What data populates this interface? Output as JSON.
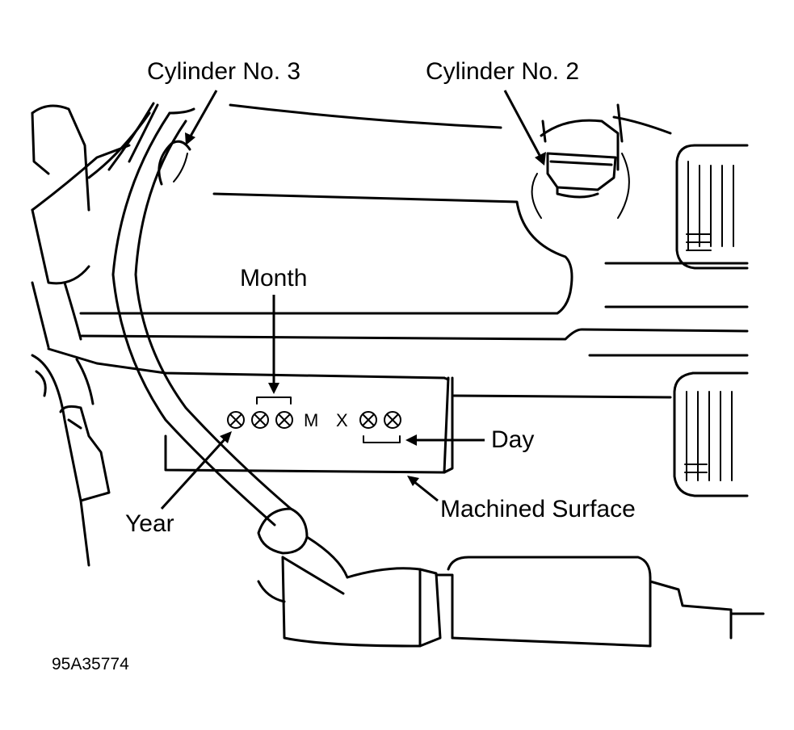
{
  "labels": {
    "cylinder3": "Cylinder No. 3",
    "cylinder2": "Cylinder No. 2",
    "month": "Month",
    "day": "Day",
    "year": "Year",
    "machined_surface": "Machined Surface"
  },
  "stamp": {
    "m_letter": "M",
    "x_letter": "X"
  },
  "figure_id": "95A35774"
}
